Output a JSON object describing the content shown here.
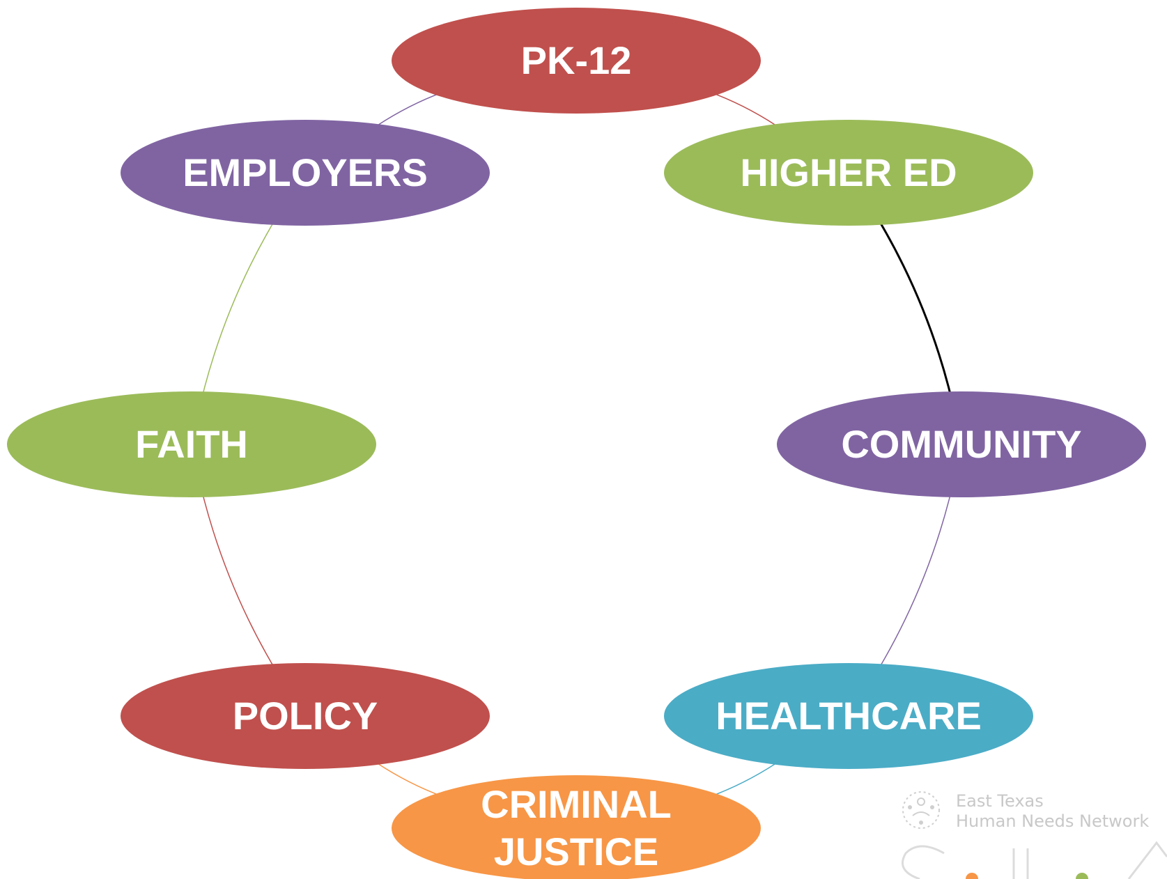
{
  "diagram": {
    "nodes": [
      {
        "id": "pk12",
        "label": "PK-12",
        "label_lines": [
          "PK-12"
        ],
        "color": "#C0504D"
      },
      {
        "id": "higher-ed",
        "label": "HIGHER ED",
        "label_lines": [
          "HIGHER ED"
        ],
        "color": "#9BBB59"
      },
      {
        "id": "community",
        "label": "COMMUNITY",
        "label_lines": [
          "COMMUNITY"
        ],
        "color": "#8064A2"
      },
      {
        "id": "healthcare",
        "label": "HEALTHCARE",
        "label_lines": [
          "HEALTHCARE"
        ],
        "color": "#4BACC6"
      },
      {
        "id": "criminal-justice",
        "label": "CRIMINAL JUSTICE",
        "label_lines": [
          "CRIMINAL",
          "JUSTICE"
        ],
        "color": "#F79646"
      },
      {
        "id": "policy",
        "label": "POLICY",
        "label_lines": [
          "POLICY"
        ],
        "color": "#C0504D"
      },
      {
        "id": "faith",
        "label": "FAITH",
        "label_lines": [
          "FAITH"
        ],
        "color": "#9BBB59"
      },
      {
        "id": "employers",
        "label": "EMPLOYERS",
        "label_lines": [
          "EMPLOYERS"
        ],
        "color": "#8064A2"
      }
    ],
    "connectors": [
      {
        "from": "pk12",
        "to": "higher-ed",
        "color": "#C0504D"
      },
      {
        "from": "higher-ed",
        "to": "community",
        "color": "#000000"
      },
      {
        "from": "community",
        "to": "healthcare",
        "color": "#8064A2"
      },
      {
        "from": "healthcare",
        "to": "criminal-justice",
        "color": "#4BACC6"
      },
      {
        "from": "criminal-justice",
        "to": "policy",
        "color": "#F79646"
      },
      {
        "from": "policy",
        "to": "faith",
        "color": "#C0504D"
      },
      {
        "from": "faith",
        "to": "employers",
        "color": "#9BBB59"
      },
      {
        "from": "employers",
        "to": "pk12",
        "color": "#8064A2"
      }
    ]
  },
  "watermark": {
    "line1": "East Texas",
    "line2": "Human Needs Network",
    "icon": "network-people-icon"
  }
}
